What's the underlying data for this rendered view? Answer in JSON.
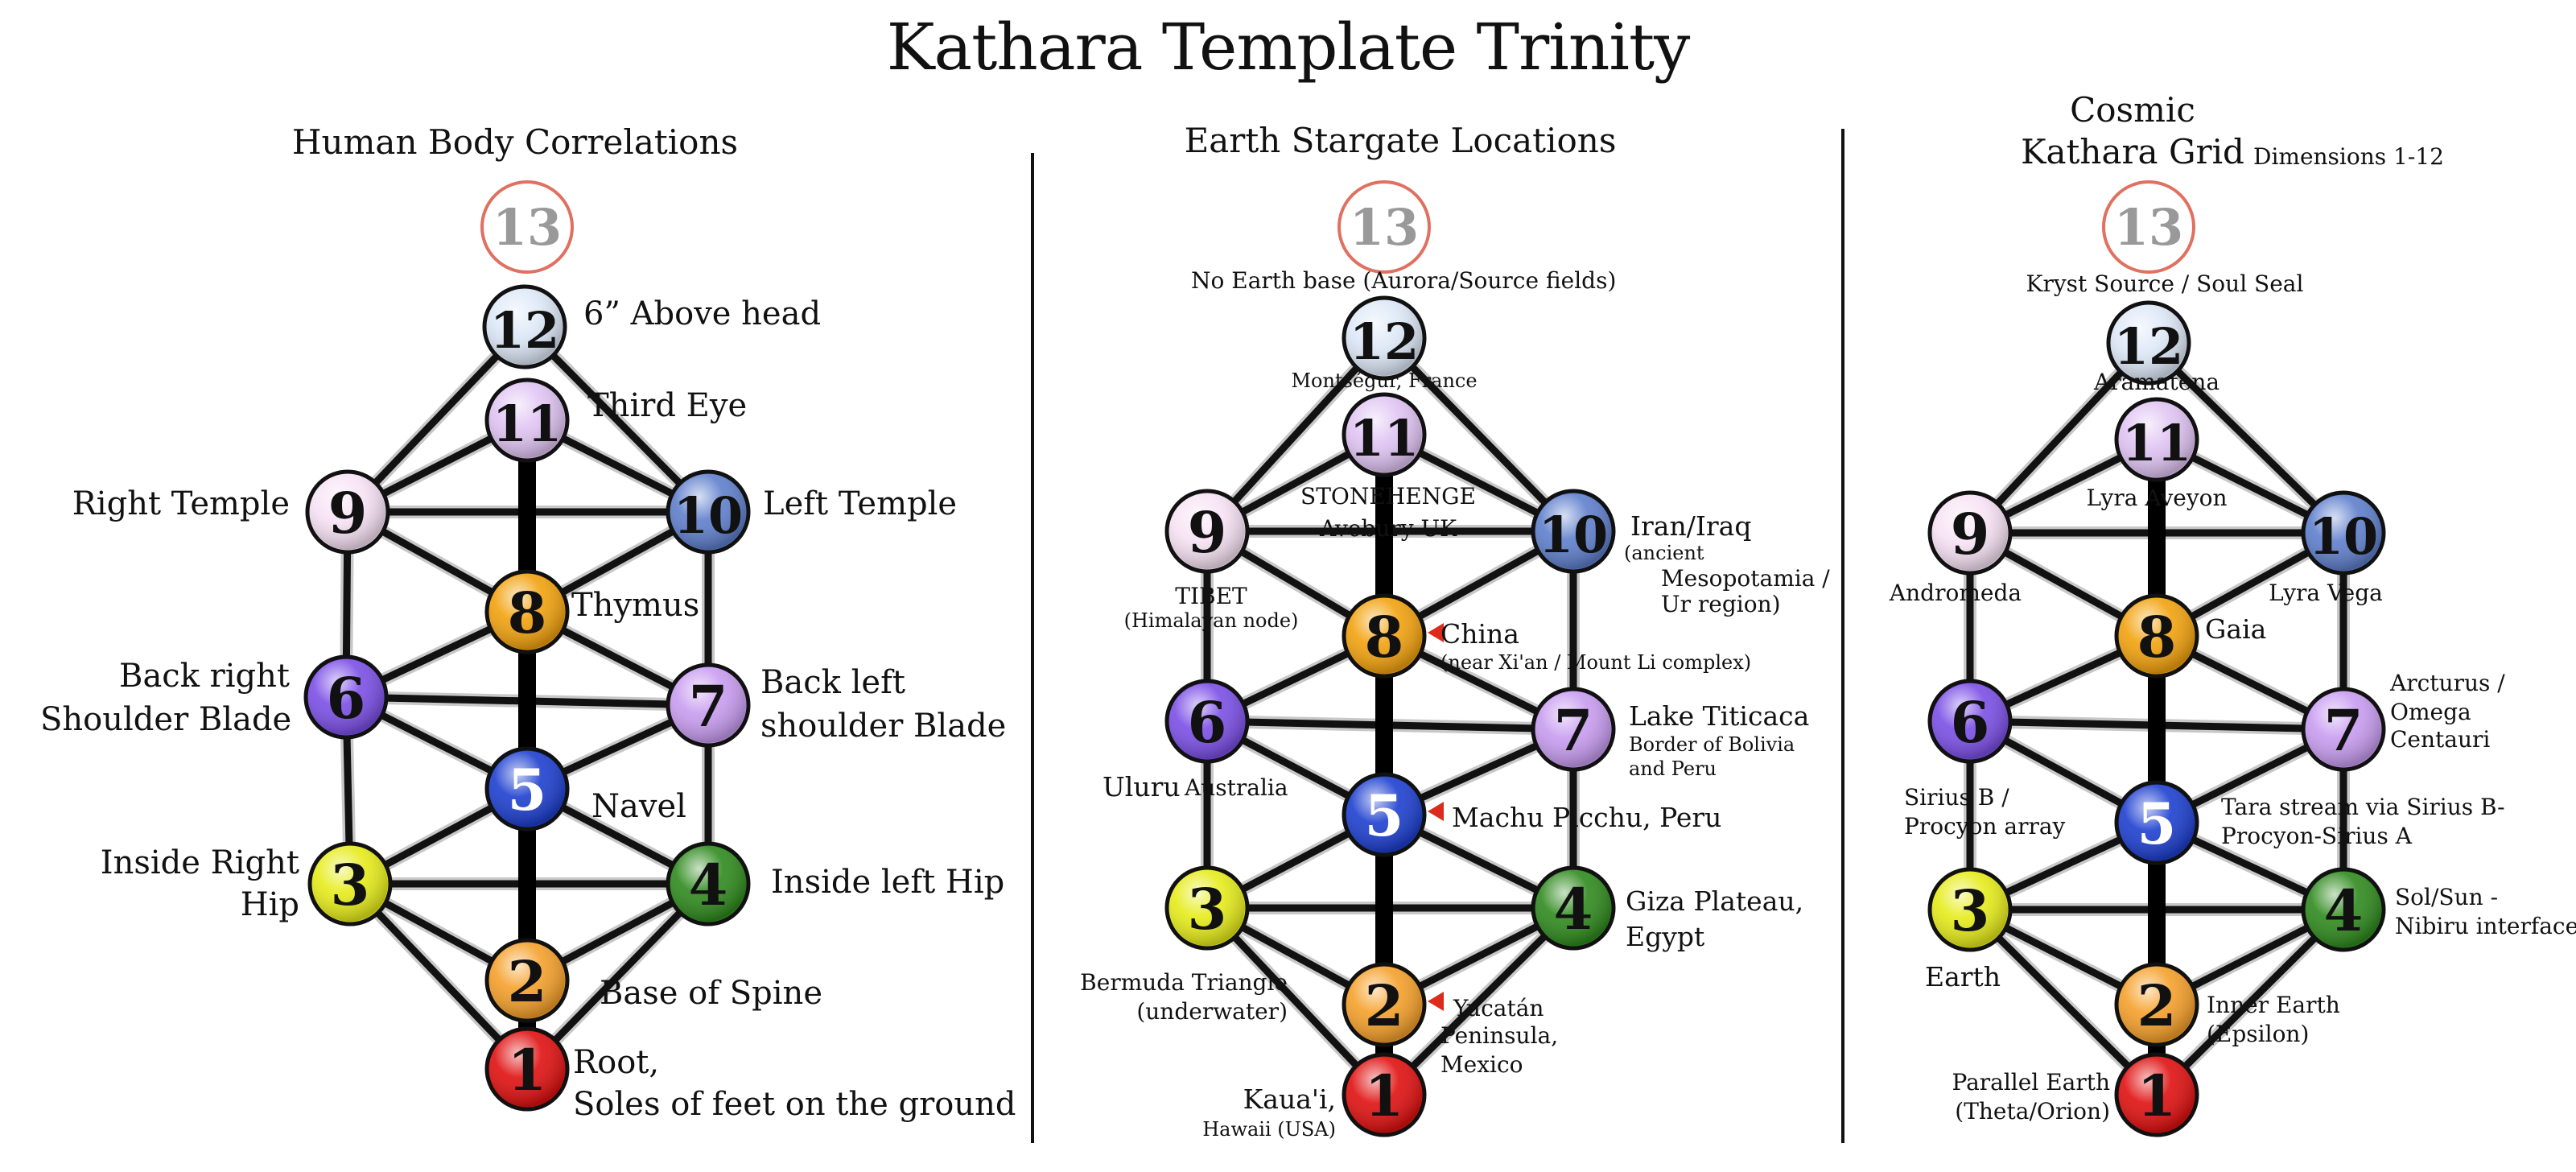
{
  "title": "Kathara Template Trinity",
  "colors": {
    "n1": "#e01010",
    "n2": "#f5a02a",
    "n3": "#e6ec1a",
    "n4": "#2f8a1e",
    "n5": "#1d3fcf",
    "n6": "#7b4fe6",
    "n7": "#c89cf0",
    "n8": "#f2a20e",
    "n9": "#f7e2f4",
    "n10": "#5f7fcc",
    "n11": "#e0c4f3",
    "n12": "#dde8f7",
    "ring13": "#e07060",
    "text13": "#999999",
    "arrow": "#dd2b1b"
  },
  "panels": [
    {
      "title": "Human Body Correlations",
      "labels": {
        "n12": "6” Above head",
        "n11": "Third Eye",
        "n9": "Right Temple",
        "n10": "Left Temple",
        "n8": "Thymus",
        "n6a": "Back right",
        "n6b": "Shoulder Blade",
        "n7a": "Back left",
        "n7b": "shoulder Blade",
        "n5": "Navel",
        "n3a": "Inside Right",
        "n3b": "Hip",
        "n4": "Inside left Hip",
        "n2": "Base of Spine",
        "n1a": "Root,",
        "n1b": "Soles of feet on the ground"
      }
    },
    {
      "title": "Earth Stargate Locations",
      "labels": {
        "n13": "No Earth base (Aurora/Source fields)",
        "n12": "Montségur, France",
        "n11a": "STONEHENGE",
        "n11b": "Avebury UK",
        "n10a": "Iran/Iraq",
        "n10b": "(ancient",
        "n10c": "Mesopotamia /",
        "n10d": "Ur region)",
        "n9a": "TIBET",
        "n9b": "(Himalayan node)",
        "n8a": "China",
        "n8b": "(near Xi'an / Mount Li complex)",
        "n7a": "Lake Titicaca",
        "n7b": "Border of Bolivia",
        "n7c": "and Peru",
        "n6a": "Uluru",
        "n6b": "Australia",
        "n5": "Machu Picchu, Peru",
        "n4a": "Giza Plateau,",
        "n4b": "Egypt",
        "n3a": "Bermuda Triangle",
        "n3b": "(underwater)",
        "n2a": "Yucatán",
        "n2b": "Peninsula,",
        "n2c": "Mexico",
        "n1a": "Kaua'i,",
        "n1b": "Hawaii (USA)"
      }
    },
    {
      "title_a": "Cosmic",
      "title_b": "Kathara Grid",
      "subtitle": "Dimensions 1-12",
      "labels": {
        "n13": "Kryst Source / Soul Seal",
        "n12": "Aramatena",
        "n11": "Lyra Aveyon",
        "n9": "Andromeda",
        "n10": "Lyra Vega",
        "n8": "Gaia",
        "n7a": "Arcturus /",
        "n7b": "Omega",
        "n7c": "Centauri",
        "n6a": "Sirius B /",
        "n6b": "Procyon array",
        "n5a": "Tara stream via Sirius B-",
        "n5b": "Procyon-Sirius A",
        "n4a": "Sol/Sun -",
        "n4b": "Nibiru interface",
        "n3": "Earth",
        "n2a": "Inner Earth",
        "n2b": "(Epsilon)",
        "n1a": "Parallel Earth",
        "n1b": "(Theta/Orion)"
      }
    }
  ]
}
